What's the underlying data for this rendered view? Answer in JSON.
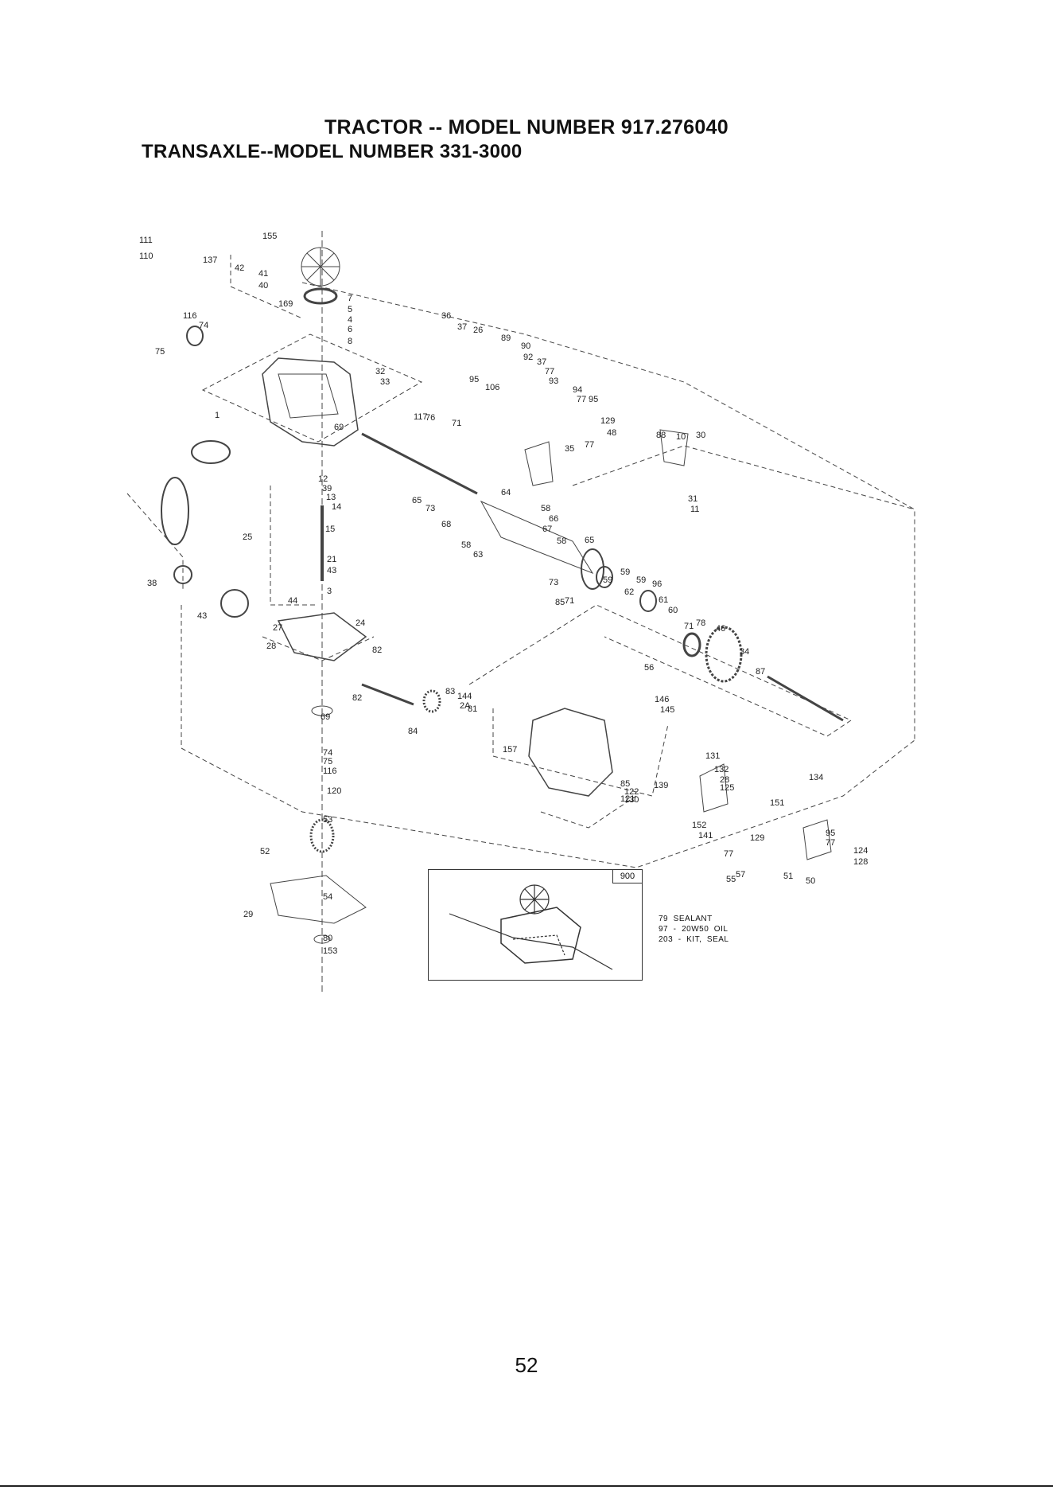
{
  "header": {
    "title": "TRACTOR -- MODEL NUMBER 917.276040",
    "subtitle": "TRANSAXLE--MODEL NUMBER 331-3000"
  },
  "diagram": {
    "callouts": [
      "111",
      "110",
      "155",
      "137",
      "42",
      "41",
      "40",
      "169",
      "7",
      "5",
      "4",
      "6",
      "8",
      "116",
      "74",
      "75",
      "1",
      "32",
      "33",
      "117",
      "36",
      "37",
      "26",
      "89",
      "90",
      "92",
      "37",
      "77",
      "93",
      "94",
      "77",
      "95",
      "106",
      "95",
      "69",
      "76",
      "71",
      "65",
      "73",
      "64",
      "68",
      "58",
      "66",
      "67",
      "58",
      "58",
      "63",
      "65",
      "59",
      "59",
      "59",
      "73",
      "85",
      "71",
      "62",
      "96",
      "61",
      "60",
      "71",
      "78",
      "46",
      "34",
      "87",
      "129",
      "77",
      "35",
      "48",
      "88",
      "10",
      "30",
      "31",
      "11",
      "12",
      "39",
      "13",
      "14",
      "15",
      "25",
      "21",
      "43",
      "3",
      "38",
      "43",
      "44",
      "24",
      "27",
      "28",
      "82",
      "82",
      "83",
      "144",
      "2A",
      "81",
      "84",
      "69",
      "56",
      "146",
      "145",
      "157",
      "74",
      "75",
      "116",
      "120",
      "85",
      "122",
      "130",
      "139",
      "131",
      "132",
      "28",
      "125",
      "121",
      "151",
      "134",
      "152",
      "141",
      "77",
      "129",
      "95",
      "77",
      "124",
      "128",
      "55",
      "57",
      "51",
      "50",
      "53",
      "52",
      "54",
      "29",
      "80",
      "153"
    ],
    "inset": {
      "number": "900",
      "notes": [
        "79  SEALANT",
        "97  -  20W50  OIL",
        "203  -  KIT,  SEAL"
      ]
    }
  },
  "footer": {
    "page_number": "52"
  }
}
